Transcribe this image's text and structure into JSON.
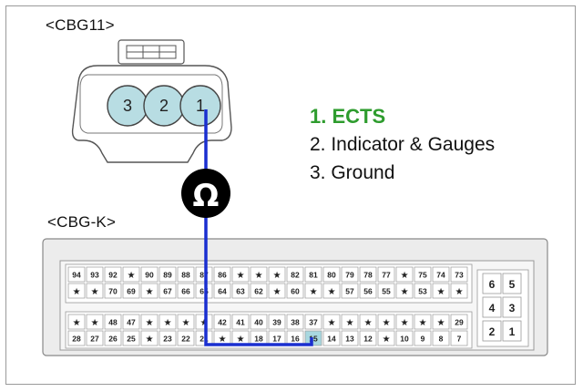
{
  "connector_top": {
    "label": "<CBG11>",
    "pins": [
      "3",
      "2",
      "1"
    ]
  },
  "connector_bottom": {
    "label": "<CBG-K>",
    "rows": [
      [
        "94",
        "93",
        "92",
        "★",
        "90",
        "89",
        "88",
        "87",
        "86",
        "★",
        "★",
        "★",
        "82",
        "81",
        "80",
        "79",
        "78",
        "77",
        "★",
        "75",
        "74",
        "73"
      ],
      [
        "★",
        "★",
        "70",
        "69",
        "★",
        "67",
        "66",
        "65",
        "64",
        "63",
        "62",
        "★",
        "60",
        "★",
        "★",
        "57",
        "56",
        "55",
        "★",
        "53",
        "★",
        "★"
      ],
      [
        "★",
        "★",
        "48",
        "47",
        "★",
        "★",
        "★",
        "★",
        "42",
        "41",
        "40",
        "39",
        "38",
        "37",
        "★",
        "★",
        "★",
        "★",
        "★",
        "★",
        "★",
        "29"
      ],
      [
        "28",
        "27",
        "26",
        "25",
        "★",
        "23",
        "22",
        "21",
        "★",
        "★",
        "18",
        "17",
        "16",
        "15",
        "14",
        "13",
        "12",
        "★",
        "10",
        "9",
        "8",
        "7"
      ]
    ],
    "right_block": [
      [
        "6",
        "5"
      ],
      [
        "4",
        "3"
      ],
      [
        "2",
        "1"
      ]
    ]
  },
  "meter": {
    "symbol": "Ω"
  },
  "legend": [
    "1. ECTS",
    "2. Indicator & Gauges",
    "3. Ground"
  ],
  "colors": {
    "wire": "#1a2fd0",
    "highlight": "#2e9c2e",
    "pin_fill": "#b8dde3",
    "highlight_pin": "#a8d8e0"
  }
}
